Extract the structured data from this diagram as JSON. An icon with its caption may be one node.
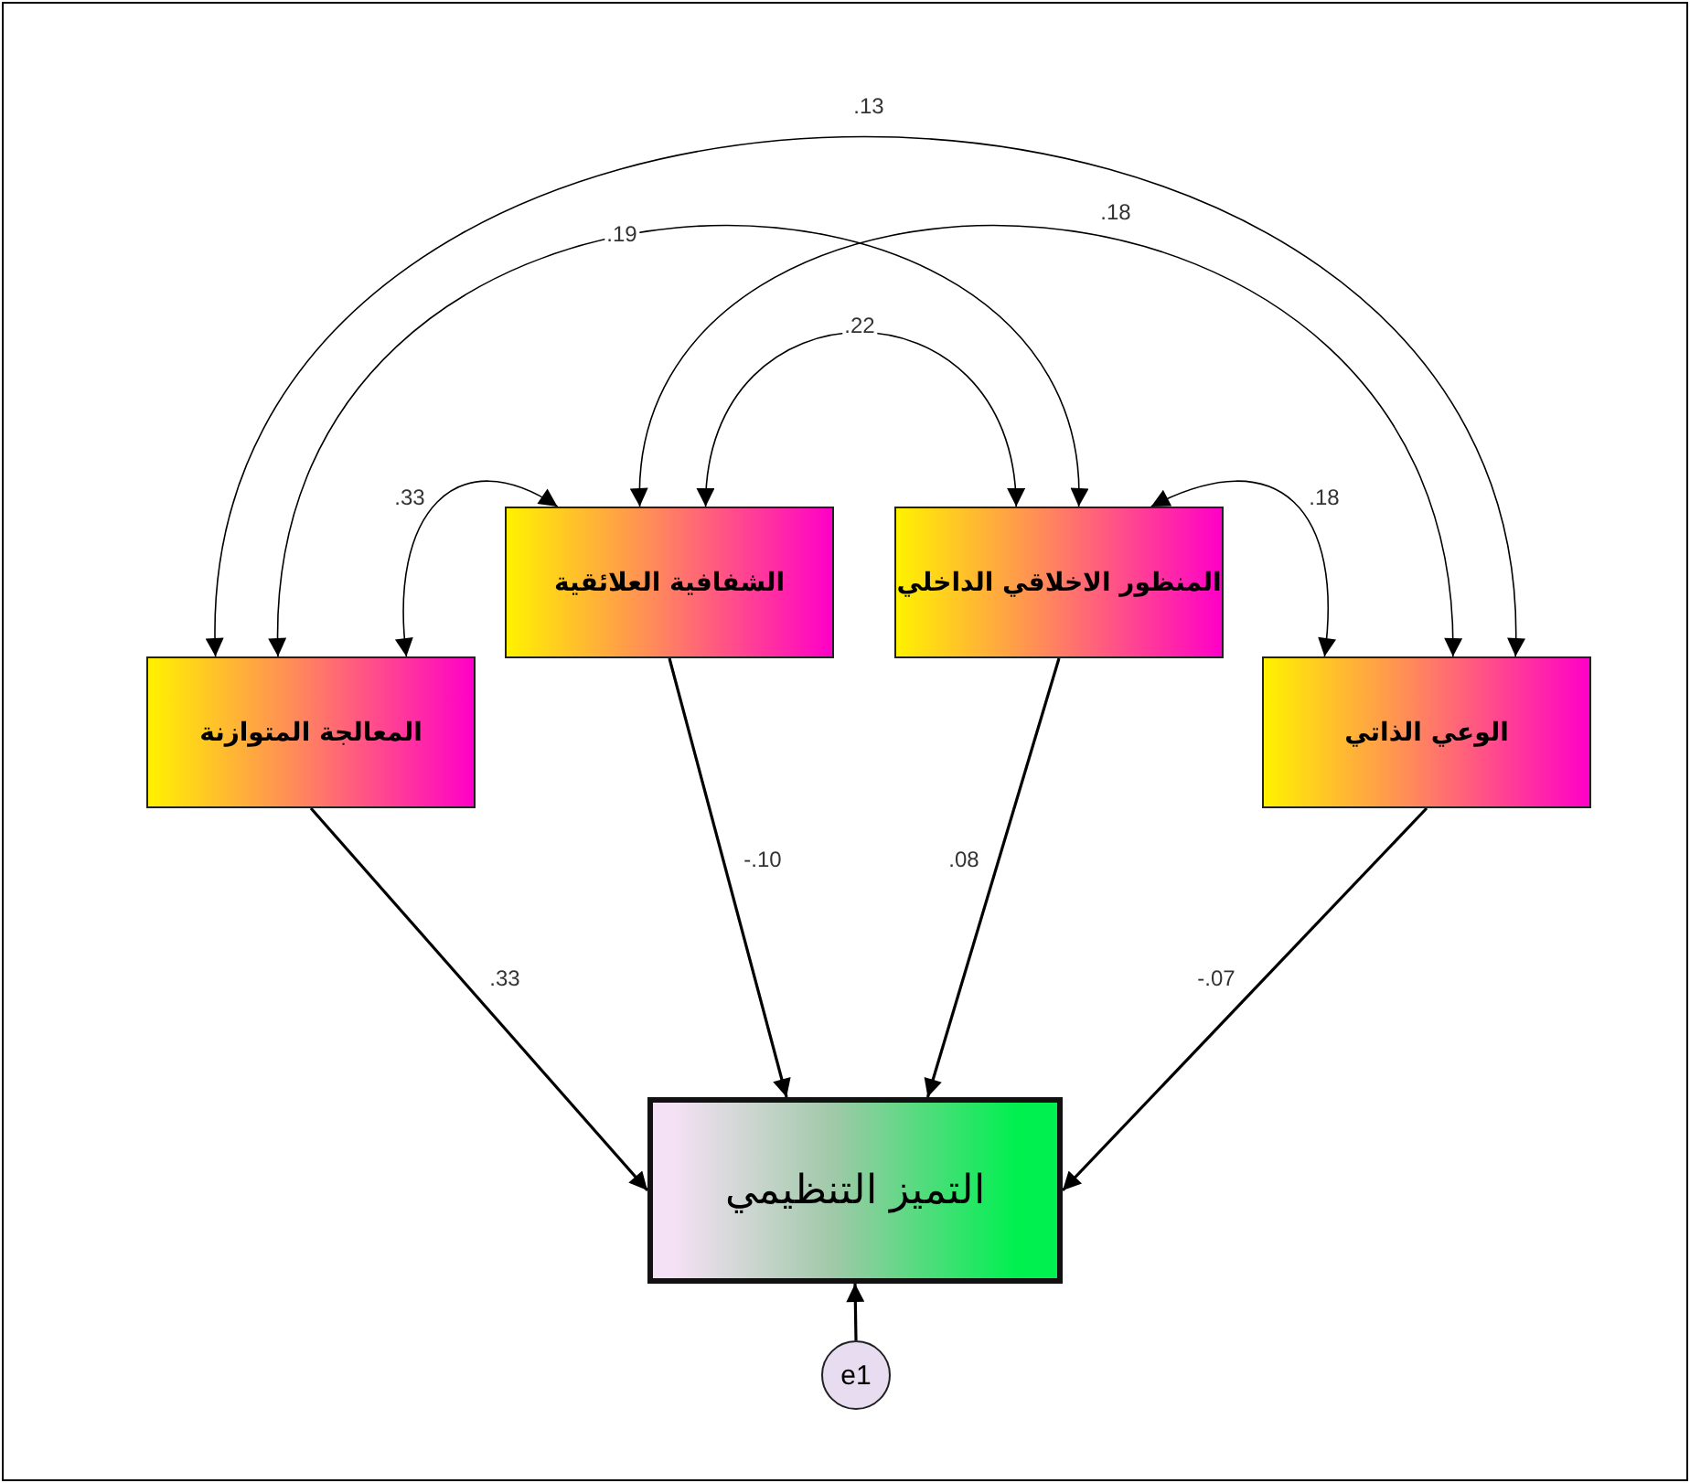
{
  "diagram": {
    "nodes": [
      {
        "text": [
          "الشفافية العلائقية"
        ]
      },
      {
        "text": [
          "المنظور الاخلاقي الداخلي"
        ]
      },
      {
        "text": [
          "المعالجة المتوازنة"
        ]
      },
      {
        "text": [
          "الوعي الذاتي"
        ]
      },
      {
        "text": [
          "التميز التنظيمي"
        ]
      },
      {
        "text": [
          "e1"
        ]
      }
    ],
    "edges": [
      {
        "from": 2,
        "to": 3,
        "arrow": "both",
        "label": ".13"
      },
      {
        "from": 2,
        "to": 1,
        "arrow": "both",
        "label": ".19"
      },
      {
        "from": 0,
        "to": 3,
        "arrow": "both",
        "label": ".18"
      },
      {
        "from": 0,
        "to": 1,
        "arrow": "both",
        "label": ".22"
      },
      {
        "from": 2,
        "to": 0,
        "arrow": "both",
        "label": ".33"
      },
      {
        "from": 1,
        "to": 3,
        "arrow": "both",
        "label": ".18"
      },
      {
        "from": 2,
        "to": 4,
        "arrow": "to",
        "label": ".33"
      },
      {
        "from": 0,
        "to": 4,
        "arrow": "to",
        "label": "-.10"
      },
      {
        "from": 1,
        "to": 4,
        "arrow": "to",
        "label": ".08"
      },
      {
        "from": 3,
        "to": 4,
        "arrow": "to",
        "label": "-.07"
      },
      {
        "from": 5,
        "to": 4,
        "arrow": "to"
      }
    ]
  }
}
